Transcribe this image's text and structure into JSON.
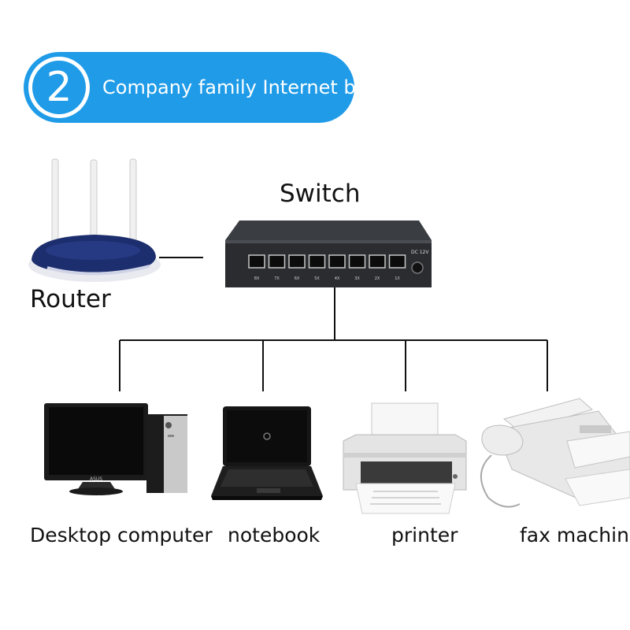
{
  "banner": {
    "number": "2",
    "title": "Company family Internet bar"
  },
  "switch": {
    "label": "Switch",
    "dc_label": "DC 12V",
    "port_labels": [
      "8X",
      "7X",
      "6X",
      "5X",
      "4X",
      "3X",
      "2X",
      "1X"
    ]
  },
  "router": {
    "label": "Router"
  },
  "devices": [
    {
      "label": "Desktop computer",
      "monitor_brand": "ASUS"
    },
    {
      "label": "notebook"
    },
    {
      "label": "printer"
    },
    {
      "label": "fax machine"
    }
  ],
  "colors": {
    "banner": "#1f9be8",
    "router_body": "#1d2e6e",
    "lines": "#111111"
  }
}
